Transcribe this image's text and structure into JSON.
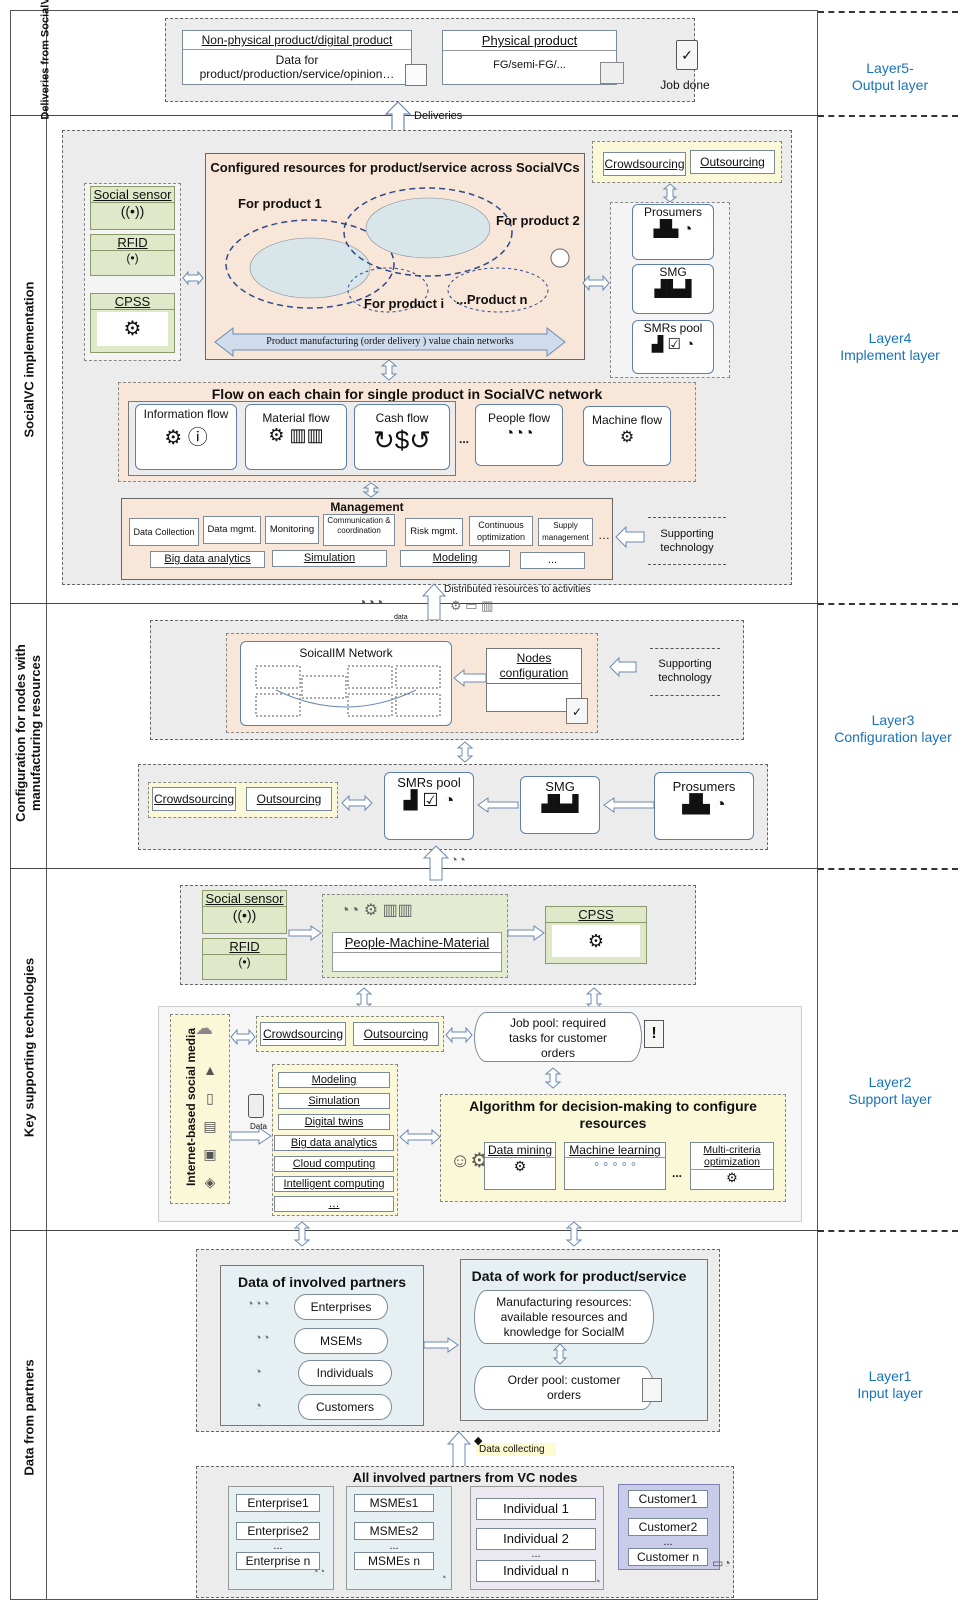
{
  "side_labels": {
    "layer5": "Deliveries from SocialVC",
    "layer4": "SocialVC implementation",
    "layer3": "Configuration for nodes with manufacturing resources",
    "layer2": "Key supporting technologies",
    "layer1": "Data from partners"
  },
  "layers": {
    "l5": {
      "name": "Layer5-",
      "sub": "Output layer"
    },
    "l4": {
      "name": "Layer4",
      "sub": "Implement layer"
    },
    "l3": {
      "name": "Layer3",
      "sub": "Configuration layer"
    },
    "l2": {
      "name": "Layer2",
      "sub": "Support layer"
    },
    "l1": {
      "name": "Layer1",
      "sub": "Input layer"
    }
  },
  "l5": {
    "nonphysical_title": "Non-physical product/digital product",
    "nonphysical_body": "Data for product/production/service/opinion…",
    "physical_title": "Physical product",
    "physical_body": "FG/semi-FG/...",
    "job_done": "Job done",
    "deliveries": "Deliveries"
  },
  "l4": {
    "social_sensor": "Social sensor",
    "rfid": "RFID",
    "cpss": "CPSS",
    "configured_title": "Configured resources for product/service across SocialVCs",
    "for_p1": "For product 1",
    "for_p2": "For product 2",
    "for_pi": "For product i",
    "for_pn": "...Product n",
    "value_chain": "Product manufacturing (order delivery ) value chain networks",
    "crowdsourcing": "Crowdsourcing",
    "outsourcing": "Outsourcing",
    "prosumers": "Prosumers",
    "smg": "SMG",
    "smrs_pool": "SMRs pool",
    "flow_title": "Flow on each chain for single product in SocialVC network",
    "info_flow": "Information flow",
    "material_flow": "Material flow",
    "cash_flow": "Cash flow",
    "ellipsis": "...",
    "people_flow": "People flow",
    "machine_flow": "Machine flow",
    "management": "Management",
    "mgmt_items": [
      "Data Collection",
      "Data mgmt.",
      "Monitoring",
      "Communication & coordination",
      "Risk mgmt.",
      "Continuous optimization",
      "Supply management"
    ],
    "mgmt_more": "…",
    "tools": [
      "Big data analytics",
      "Simulation",
      "Modeling",
      "..."
    ],
    "supporting_tech": "Supporting technology",
    "distributed": "Distributed resources to activities",
    "data_small": "data"
  },
  "l3": {
    "socialim": "SoicalIM Network",
    "nodes_config": "Nodes configuration",
    "supporting_tech": "Supporting technology",
    "crowdsourcing": "Crowdsourcing",
    "outsourcing": "Outsourcing",
    "smrs_pool": "SMRs pool",
    "smg": "SMG",
    "prosumers": "Prosumers"
  },
  "l2": {
    "social_sensor": "Social sensor",
    "rfid": "RFID",
    "pmm": "People-Machine-Material",
    "cpss": "CPSS",
    "social_media": "Internet-based social media",
    "crowdsourcing": "Crowdsourcing",
    "outsourcing": "Outsourcing",
    "job_pool": "Job pool: required tasks for customer orders",
    "tech_list": [
      "Modeling",
      "Simulation",
      "Digital twins",
      "Big data analytics",
      "Cloud computing",
      "Intelligent computing",
      "…"
    ],
    "data_label": "Data",
    "algo_title": "Algorithm for decision-making to configure resources",
    "data_mining": "Data mining",
    "machine_learning": "Machine learning",
    "algo_more": "...",
    "multi_criteria": "Multi-criteria optimization"
  },
  "l1": {
    "partners_title": "Data of involved partners",
    "partners": [
      "Enterprises",
      "MSEMs",
      "Individuals",
      "Customers"
    ],
    "work_title": "Data of work for product/service",
    "mfg_resources": "Manufacturing resources: available resources and knowledge for SocialM",
    "order_pool": "Order pool: customer orders",
    "data_collecting": "Data collecting",
    "all_partners": "All involved partners from VC nodes",
    "enterprises": [
      "Enterprise1",
      "Enterprise2",
      "...",
      "Enterprise n"
    ],
    "msmes": [
      "MSMEs1",
      "MSMEs2",
      "...",
      "MSMEs n"
    ],
    "individuals": [
      "Individual 1",
      "Individual 2",
      "...",
      "Individual  n"
    ],
    "customers": [
      "Customer1",
      "Customer2",
      "...",
      "Customer n"
    ]
  },
  "colors": {
    "layer_text": "#1a73b8",
    "peach": "#f8e6d8",
    "yellow": "#fbf8d8",
    "green": "#e3ecd0",
    "blue_border": "#5d7fa9"
  }
}
